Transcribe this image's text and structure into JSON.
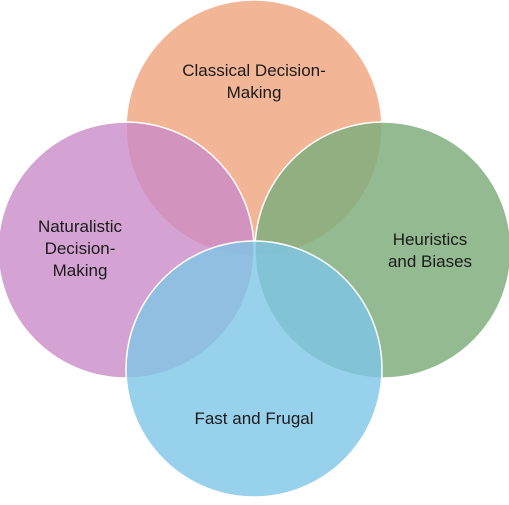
{
  "diagram": {
    "type": "venn-4",
    "sets": [
      {
        "id": "classical",
        "label_lines": [
          "Classical Decision-",
          "Making"
        ],
        "color": "#F0A884"
      },
      {
        "id": "heuristics",
        "label_lines": [
          "Heuristics",
          "and Biases"
        ],
        "color": "#80AE7E"
      },
      {
        "id": "naturalistic",
        "label_lines": [
          "Naturalistic",
          "Decision-",
          "Making"
        ],
        "color": "#C98CC8"
      },
      {
        "id": "fast",
        "label_lines": [
          "Fast and Frugal"
        ],
        "color": "#7EC6E6"
      }
    ]
  }
}
